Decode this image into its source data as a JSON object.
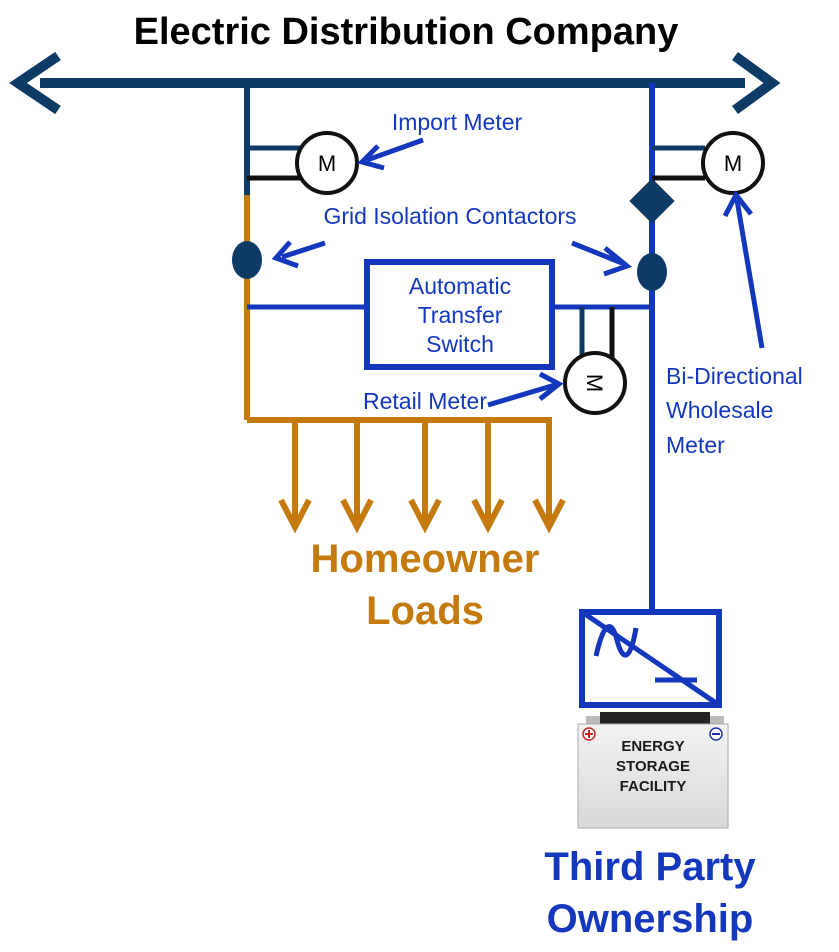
{
  "title": "Electric Distribution Company",
  "labels": {
    "import_meter": "Import Meter",
    "grid_isolation": "Grid Isolation Contactors",
    "ats_line1": "Automatic",
    "ats_line2": "Transfer",
    "ats_line3": "Switch",
    "retail_meter": "Retail Meter",
    "bidirectional_line1": "Bi-Directional",
    "bidirectional_line2": "Wholesale",
    "bidirectional_line3": "Meter",
    "homeowner_line1": "Homeowner",
    "homeowner_line2": "Loads",
    "third_party_line1": "Third Party",
    "third_party_line2": "Ownership",
    "battery_line1": "ENERGY",
    "battery_line2": "STORAGE",
    "battery_line3": "FACILITY",
    "meter_symbol": "M"
  },
  "colors": {
    "grid_bus": "#0E3A66",
    "blue": "#1338BE",
    "orange": "#C47A0C",
    "dark_node": "#0E3A66"
  }
}
